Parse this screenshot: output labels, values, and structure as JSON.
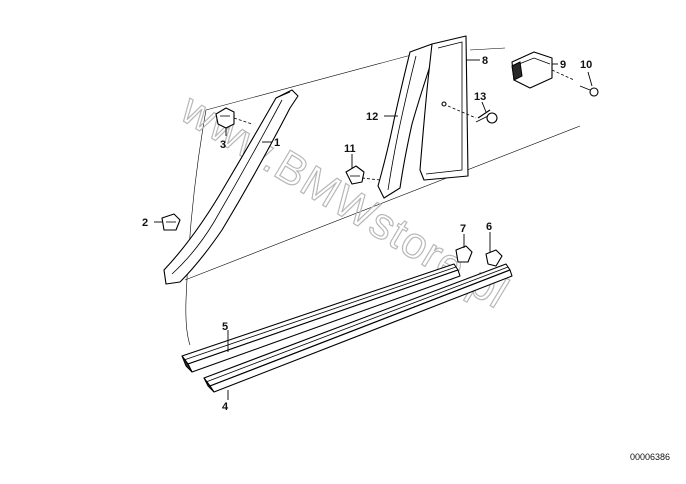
{
  "diagram": {
    "callouts": [
      {
        "id": "1",
        "label": "1"
      },
      {
        "id": "2",
        "label": "2"
      },
      {
        "id": "3",
        "label": "3"
      },
      {
        "id": "4",
        "label": "4"
      },
      {
        "id": "5",
        "label": "5"
      },
      {
        "id": "6",
        "label": "6"
      },
      {
        "id": "7",
        "label": "7"
      },
      {
        "id": "8",
        "label": "8"
      },
      {
        "id": "9",
        "label": "9"
      },
      {
        "id": "10",
        "label": "10"
      },
      {
        "id": "11",
        "label": "11"
      },
      {
        "id": "12",
        "label": "12"
      },
      {
        "id": "13",
        "label": "13"
      }
    ],
    "watermark": "www.BMWstore.pl",
    "reference_code": "00006386"
  }
}
